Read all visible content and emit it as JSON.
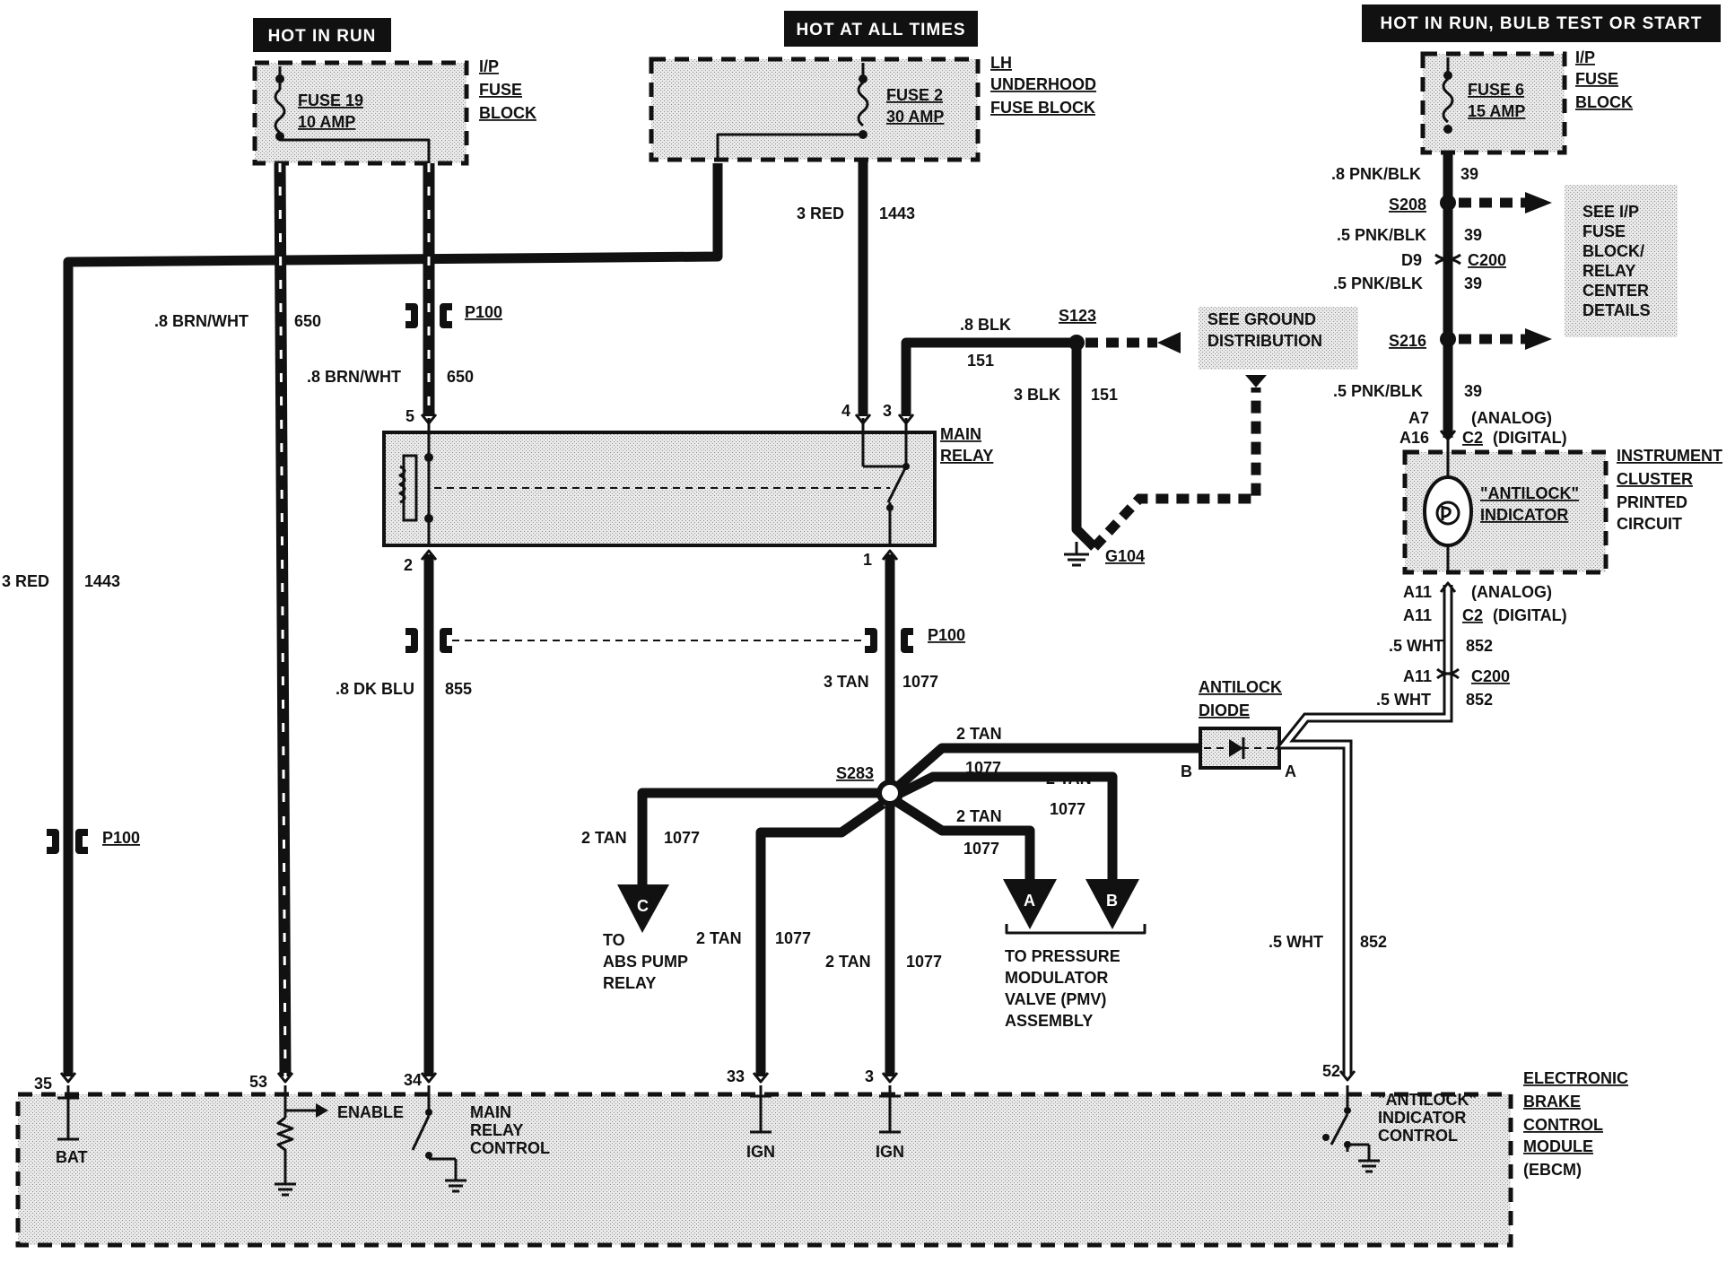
{
  "headers": {
    "hot_in_run": "HOT IN RUN",
    "hot_at_all_times": "HOT AT ALL TIMES",
    "hot_in_run_bulb": "HOT IN RUN, BULB TEST OR START"
  },
  "fuses": {
    "fuse19": {
      "name": "FUSE 19",
      "rating": "10 AMP"
    },
    "fuse2": {
      "name": "FUSE 2",
      "rating": "30 AMP"
    },
    "fuse6": {
      "name": "FUSE 6",
      "rating": "15 AMP"
    }
  },
  "blocks": {
    "ip_fuse_block_1": [
      "I/P",
      "FUSE",
      "BLOCK"
    ],
    "lh_underhood": [
      "LH",
      "UNDERHOOD",
      "FUSE BLOCK"
    ],
    "ip_fuse_block_2": [
      "I/P",
      "FUSE",
      "BLOCK"
    ],
    "main_relay": [
      "MAIN",
      "RELAY"
    ],
    "instrument_cluster": [
      "INSTRUMENT",
      "CLUSTER",
      "PRINTED",
      "CIRCUIT"
    ],
    "ebcm": [
      "ELECTRONIC",
      "BRAKE",
      "CONTROL",
      "MODULE",
      "(EBCM)"
    ],
    "see_ip": [
      "SEE I/P",
      "FUSE",
      "BLOCK/",
      "RELAY",
      "CENTER",
      "DETAILS"
    ],
    "see_ground": [
      "SEE GROUND",
      "DISTRIBUTION"
    ],
    "antilock_diode": [
      "ANTILOCK",
      "DIODE"
    ],
    "antilock_indicator": [
      "\"ANTILOCK\"",
      "INDICATOR"
    ]
  },
  "wires": {
    "red_3": "3 RED",
    "c1443": "1443",
    "brn_wht": ".8 BRN/WHT",
    "c650": "650",
    "blk_8": ".8 BLK",
    "c151": "151",
    "blk_3": "3 BLK",
    "dk_blu": ".8 DK BLU",
    "c855": "855",
    "tan_3": "3 TAN",
    "c1077": "1077",
    "tan_2": "2 TAN",
    "pnk_8": ".8 PNK/BLK",
    "pnk_5": ".5 PNK/BLK",
    "c39": "39",
    "wht_5": ".5 WHT",
    "c852": "852"
  },
  "connectors": {
    "p100": "P100",
    "c200": "C200",
    "c2": "C2",
    "d9": "D9",
    "a7": "A7",
    "a16": "A16",
    "a11": "A11",
    "analog": "(ANALOG)",
    "digital": "(DIGITAL)"
  },
  "splices": {
    "s123": "S123",
    "s208": "S208",
    "s216": "S216",
    "s283": "S283",
    "g104": "G104"
  },
  "pins": {
    "p5": "5",
    "p4": "4",
    "p3": "3",
    "p2": "2",
    "p1": "1",
    "p35": "35",
    "p53": "53",
    "p34": "34",
    "p33": "33",
    "p3b": "3",
    "p52": "52",
    "pa": "A",
    "pb": "B"
  },
  "destinations": {
    "abs_pump": [
      "TO",
      "ABS PUMP",
      "RELAY"
    ],
    "pmv": [
      "TO PRESSURE",
      "MODULATOR",
      "VALVE (PMV)",
      "ASSEMBLY"
    ],
    "arrow_a": "A",
    "arrow_b": "B",
    "arrow_c": "C"
  },
  "ebcm_labels": {
    "bat": "BAT",
    "enable": "ENABLE",
    "main_relay_control": [
      "MAIN",
      "RELAY",
      "CONTROL"
    ],
    "ign": "IGN",
    "antilock_indicator_control": [
      "\"ANTILOCK\"",
      "INDICATOR",
      "CONTROL"
    ]
  }
}
